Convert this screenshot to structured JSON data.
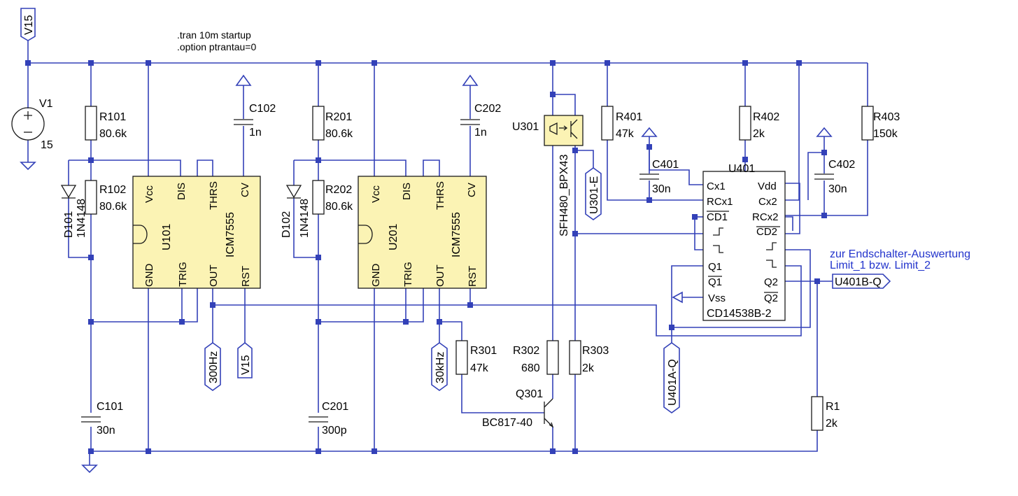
{
  "directives": {
    "tran": ".tran 10m startup",
    "option": ".option ptrantau=0"
  },
  "note": {
    "line1": "zur Endschalter-Auswertung",
    "line2": "Limit_1 bzw. Limit_2"
  },
  "flags": {
    "v15_top": "V15",
    "v15_bottom": "V15",
    "out_300hz": "300Hz",
    "out_30khz": "30kHz",
    "u301_e": "U301-E",
    "u401a_q": "U401A-Q",
    "u401b_q": "U401B-Q"
  },
  "source": {
    "name": "V1",
    "value": "15"
  },
  "resistors": {
    "r101": {
      "name": "R101",
      "value": "80.6k"
    },
    "r102": {
      "name": "R102",
      "value": "80.6k"
    },
    "r201": {
      "name": "R201",
      "value": "80.6k"
    },
    "r202": {
      "name": "R202",
      "value": "80.6k"
    },
    "r301": {
      "name": "R301",
      "value": "47k"
    },
    "r302": {
      "name": "R302",
      "value": "680"
    },
    "r303": {
      "name": "R303",
      "value": "2k"
    },
    "r401": {
      "name": "R401",
      "value": "47k"
    },
    "r402": {
      "name": "R402",
      "value": "2k"
    },
    "r403": {
      "name": "R403",
      "value": "150k"
    },
    "r1": {
      "name": "R1",
      "value": "2k"
    }
  },
  "capacitors": {
    "c101": {
      "name": "C101",
      "value": "30n"
    },
    "c102": {
      "name": "C102",
      "value": "1n"
    },
    "c201": {
      "name": "C201",
      "value": "300p"
    },
    "c202": {
      "name": "C202",
      "value": "1n"
    },
    "c401": {
      "name": "C401",
      "value": "30n"
    },
    "c402": {
      "name": "C402",
      "value": "30n"
    }
  },
  "diodes": {
    "d101": {
      "name": "D101",
      "value": "1N4148"
    },
    "d102": {
      "name": "D102",
      "value": "1N4148"
    }
  },
  "timers": {
    "u101": {
      "name": "U101",
      "part": "ICM7555"
    },
    "u201": {
      "name": "U201",
      "part": "ICM7555"
    },
    "pins": {
      "vcc": "Vcc",
      "dis": "DIS",
      "thrs": "THRS",
      "cv": "CV",
      "gnd": "GND",
      "trig": "TRIG",
      "out": "OUT",
      "rst": "RST"
    }
  },
  "optocoupler": {
    "name": "U301",
    "part": "SFH480_BPX43"
  },
  "transistor": {
    "name": "Q301",
    "part": "BC817-40"
  },
  "monoflop": {
    "name": "U401",
    "part": "CD14538B-2",
    "pins": {
      "cx1": "Cx1",
      "rcx1": "RCx1",
      "cd1": "CD1",
      "q1": "Q1",
      "q1n": "Q1",
      "vss": "Vss",
      "vdd": "Vdd",
      "cx2": "Cx2",
      "rcx2": "RCx2",
      "cd2": "CD2",
      "q2": "Q2",
      "q2n": "Q2"
    }
  }
}
